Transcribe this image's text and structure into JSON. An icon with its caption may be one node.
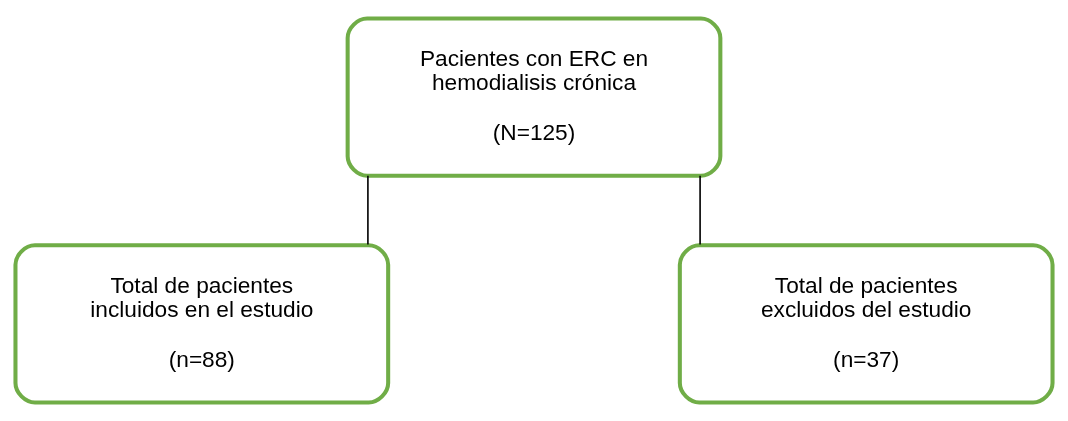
{
  "diagram": {
    "nodes": [
      {
        "text": [
          "Pacientes con ERC en hemodialisis crónica",
          "(N=125)"
        ]
      },
      {
        "text": [
          "Total de pacientes incluidos en el estudio",
          "(n=88)"
        ]
      },
      {
        "text": [
          "Total de pacientes excluidos del estudio",
          "(n=37)"
        ]
      }
    ],
    "edges": [
      {
        "from": 0,
        "to": 1,
        "arrow": "none"
      },
      {
        "from": 0,
        "to": 2,
        "arrow": "none"
      }
    ]
  }
}
